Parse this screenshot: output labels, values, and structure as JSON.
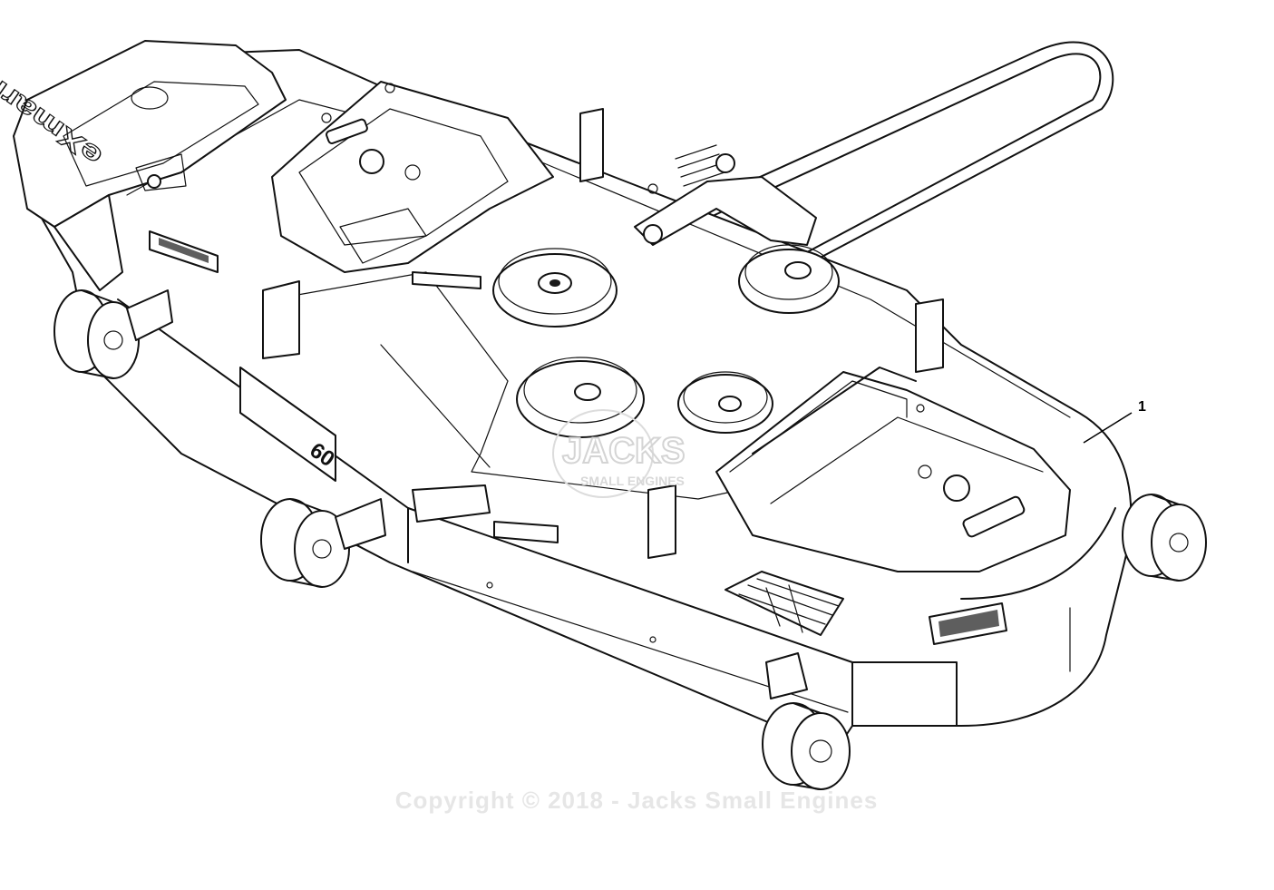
{
  "diagram": {
    "callout_label": "1",
    "watermark_text": "Copyright © 2018 - Jacks Small Engines",
    "watermark_logo_main": "JACKS",
    "watermark_logo_sub": "SMALL ENGINES",
    "deck_brand_text": "eXmark",
    "deck_size_text": "60"
  }
}
